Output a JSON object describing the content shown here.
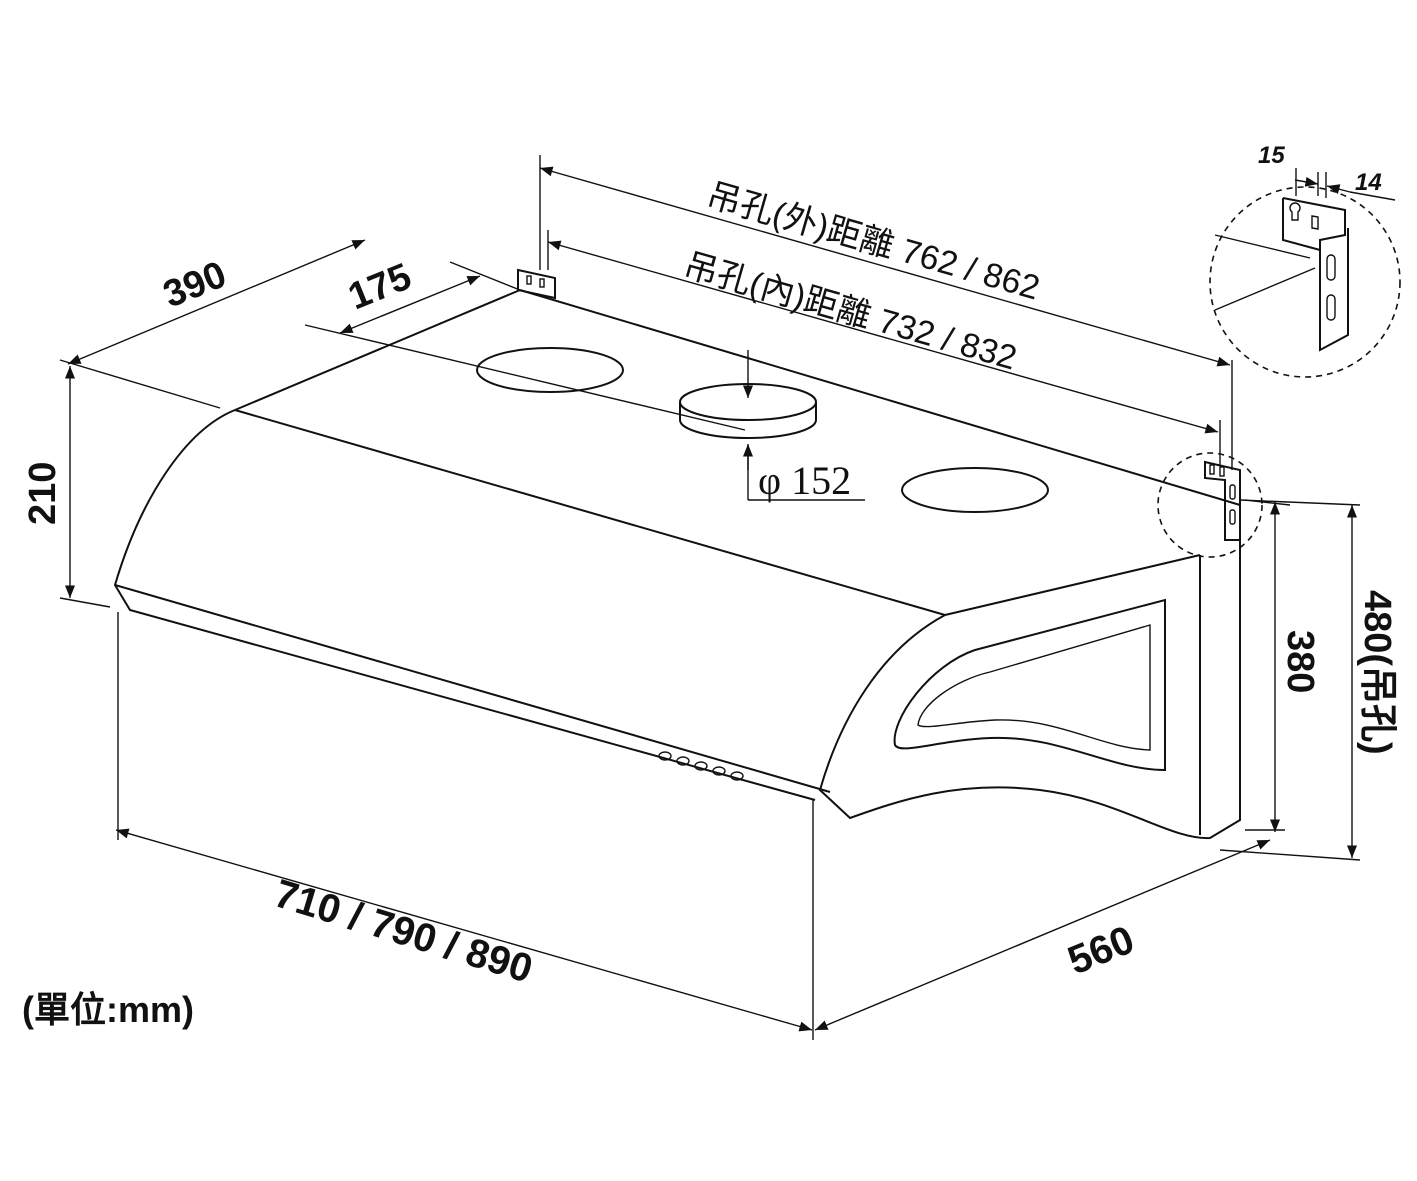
{
  "title": "Range hood dimension drawing",
  "labels": {
    "outer_hole_distance": "吊孔(外)距離 762 / 862",
    "inner_hole_distance": "吊孔(內)距離 732 / 832",
    "depth_top": "390",
    "duct_offset": "175",
    "front_height": "210",
    "duct_diameter": "φ 152",
    "bracket_width_a": "15",
    "bracket_width_b": "14",
    "side_height": "380",
    "hanging_height": "480(吊孔)",
    "widths": "710 / 790 / 890",
    "depth_bottom": "560",
    "unit": "(單位:mm)"
  },
  "colors": {
    "line": "#111111",
    "background": "#ffffff"
  }
}
